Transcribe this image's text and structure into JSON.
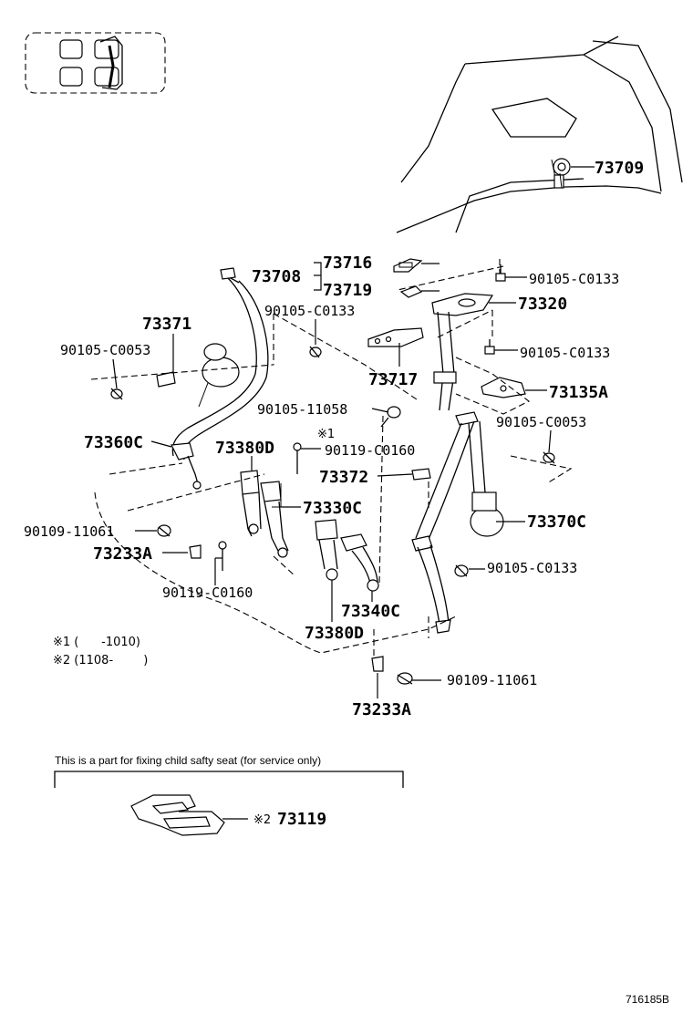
{
  "labels": {
    "p73709": "73709",
    "p73716": "73716",
    "p73708": "73708",
    "p73719": "73719",
    "c0133_a": "90105-C0133",
    "p73320": "73320",
    "c0133_b": "90105-C0133",
    "c0133_c": "90105-C0133",
    "p73371": "73371",
    "c0053_a": "90105-C0053",
    "p73717": "73717",
    "p73135A": "73135A",
    "p11058": "90105-11058",
    "c0053_b": "90105-C0053",
    "mark1": "※1",
    "p73360C": "73360C",
    "p73380D_a": "73380D",
    "c0160_a": "90119-C0160",
    "p73372": "73372",
    "p73330C": "73330C",
    "p73370C": "73370C",
    "p11061_a": "90109-11061",
    "p73233A_a": "73233A",
    "c0133_d": "90105-C0133",
    "c0160_b": "90119-C0160",
    "p73340C": "73340C",
    "p73380D_b": "73380D",
    "p11061_b": "90109-11061",
    "p73233A_b": "73233A",
    "p73119": "73119",
    "mark2_inline": "※2"
  },
  "notes": {
    "note1": "※1 (      -1010)",
    "note2": "※2 (1108-        )"
  },
  "service_box": {
    "caption": "This is a part for fixing child safty seat (for service only)"
  },
  "footer": {
    "illustration_id": "716185B"
  }
}
